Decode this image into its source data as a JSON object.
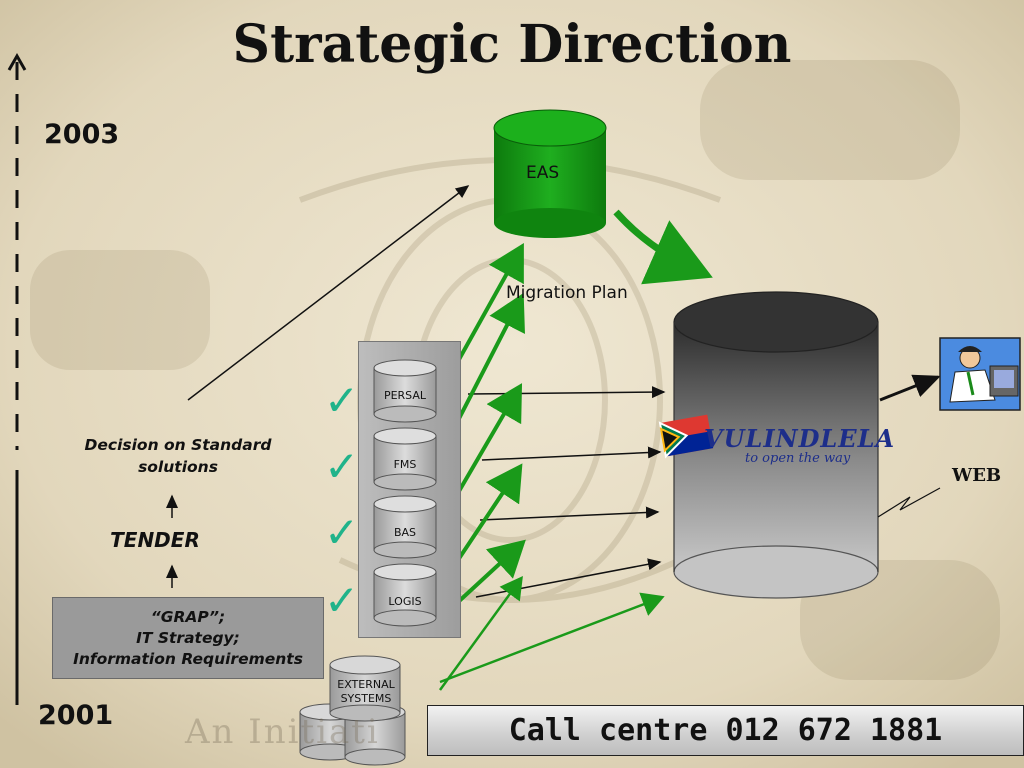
{
  "title": "Strategic Direction",
  "timeline": {
    "top_year": "2003",
    "bottom_year": "2001"
  },
  "left_flow": {
    "decision_line1": "Decision on Standard",
    "decision_line2": "solutions",
    "tender": "TENDER",
    "grap_line1": "“GRAP”;",
    "grap_line2": "IT Strategy;",
    "grap_line3": "Information Requirements"
  },
  "eas_label": "EAS",
  "migration_label": "Migration Plan",
  "systems": [
    "PERSAL",
    "FMS",
    "BAS",
    "LOGIS"
  ],
  "external_line1": "EXTERNAL",
  "external_line2": "SYSTEMS",
  "vulindlela": {
    "name": "VULINDLELA",
    "tagline": "to open the way"
  },
  "web_label": "WEB",
  "call_centre": "Call centre 012 672 1881",
  "watermark_text": "An Initiati",
  "colors": {
    "green": "#1a9a1a",
    "check": "#20b38a",
    "cylinder_dark": "#3a3a3a"
  }
}
